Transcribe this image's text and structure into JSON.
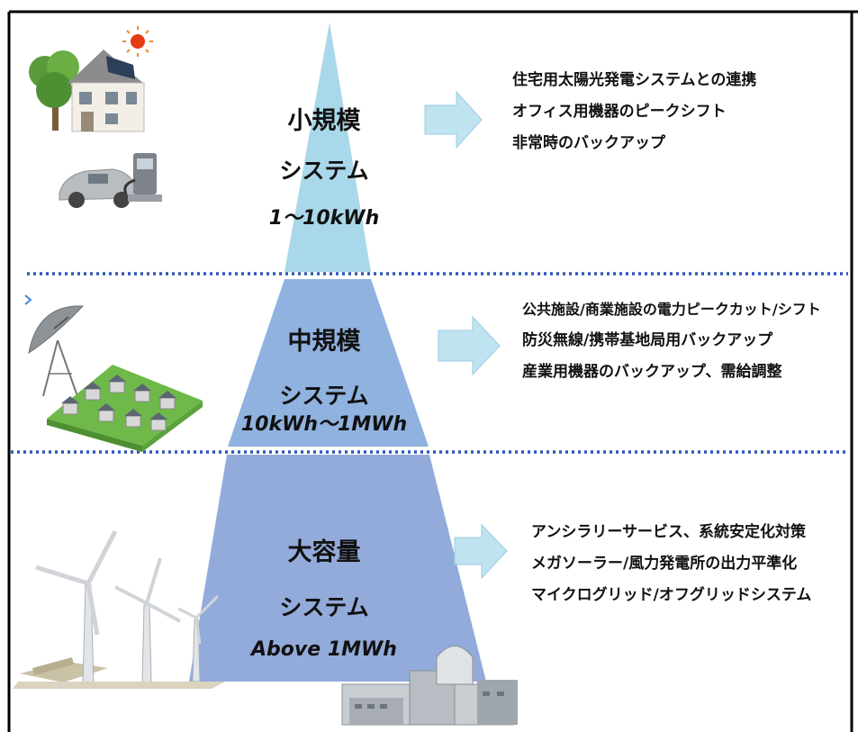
{
  "colors": {
    "tier_small": "#a9d8ea",
    "tier_medium": "#8fb2df",
    "tier_large": "#93abda",
    "divider": "#2a57b8",
    "arrow": "#bfe3f0",
    "frame": "#000000"
  },
  "tiers": [
    {
      "title": "小規模",
      "subtitle": "システム",
      "capacity": "1～10kWh",
      "icons": [
        "house-icon",
        "sun-icon",
        "electric-car-icon",
        "charger-icon"
      ],
      "uses": [
        "住宅用太陽光発電システムとの連携",
        "オフィス用機器のピークシフト",
        "非常時のバックアップ"
      ]
    },
    {
      "title": "中規模",
      "subtitle": "システム",
      "capacity": "10kWh～1MWh",
      "icons": [
        "satellite-dish-icon",
        "town-icon"
      ],
      "uses": [
        "公共施設/商業施設の電力ピークカット/シフト",
        "防災無線/携帯基地局用バックアップ",
        "産業用機器のバックアップ、需給調整"
      ]
    },
    {
      "title": "大容量",
      "subtitle": "システム",
      "capacity": "Above 1MWh",
      "icons": [
        "wind-turbine-icon",
        "power-plant-icon",
        "factory-icon"
      ],
      "uses": [
        "アンシラリーサービス、系統安定化対策",
        "メガソーラー/風力発電所の出力平準化",
        "マイクログリッド/オフグリッドシステム"
      ]
    }
  ]
}
